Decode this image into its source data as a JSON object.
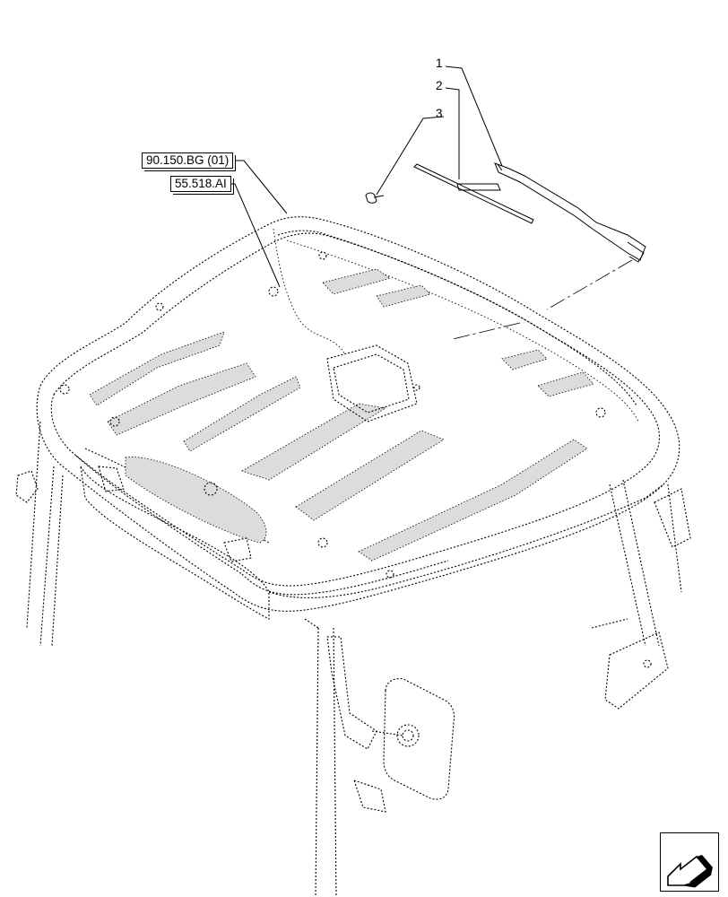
{
  "callouts": [
    {
      "id": "1",
      "label": "1"
    },
    {
      "id": "2",
      "label": "2"
    },
    {
      "id": "3",
      "label": "3"
    }
  ],
  "references": [
    {
      "id": "ref-a",
      "label": "90.150.BG (01)"
    },
    {
      "id": "ref-b",
      "label": "55.518.AI"
    }
  ],
  "icons": {
    "navigation": "next-page-arrow-icon"
  },
  "colors": {
    "line": "#000000",
    "background": "#ffffff",
    "shade": "#d9d9d9"
  }
}
